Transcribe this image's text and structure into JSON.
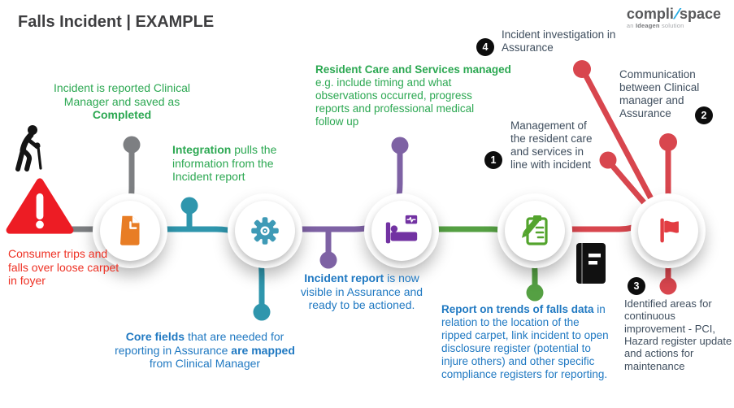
{
  "title": "Falls Incident | EXAMPLE",
  "logo": {
    "word1": "compli",
    "slash": "/",
    "word2": "space",
    "tagline_pre": "an ",
    "tagline_bold": "Ideagen",
    "tagline_post": " solution"
  },
  "notes": {
    "incident_reported": {
      "text": "Incident is reported Clinical Manager and saved as ",
      "bold": "Completed"
    },
    "consumer_trips": {
      "text": "Consumer trips and falls over loose carpet in foyer"
    },
    "integration": {
      "bold": "Integration",
      "text": " pulls the information from the Incident report"
    },
    "core_fields": {
      "bold1": "Core fields",
      "text1": " that are needed for reporting in Assurance ",
      "bold2": "are mapped",
      "text2": " from Clinical Manager"
    },
    "incident_report": {
      "bold": "Incident report",
      "text": " is now visible in Assurance and ready to be actioned."
    },
    "resident_care": {
      "bold": "Resident Care and Services managed",
      "text": "e.g. include timing and what observations occurred, progress reports and professional medical follow up"
    },
    "report_trends": {
      "bold": "Report on trends of falls data",
      "text": " in relation to the location of the ripped carpet, link incident to open disclosure register (potential to injure others) and other specific compliance registers for reporting."
    }
  },
  "numbered_items": [
    {
      "num": "1",
      "text": "Management of the resident care and services in line with incident"
    },
    {
      "num": "2",
      "text": "Communication between Clinical manager and Assurance"
    },
    {
      "num": "3",
      "text": "Identified areas for continuous improvement - PCI, Hazard register update and actions for maintenance"
    },
    {
      "num": "4",
      "text": "Incident investigation in Assurance"
    }
  ],
  "icons": {
    "person": "person-with-cane-icon",
    "alert": "warning-triangle-icon",
    "step1": "document-icon",
    "step2": "gear-icon",
    "step3": "patient-bed-icon",
    "step4": "checklist-pencil-icon",
    "step5": "flag-icon",
    "book": "notebook-icon"
  },
  "colors": {
    "line-gray": "#7d7f82",
    "line-teal": "#2f96ad",
    "line-purple": "#7e62a4",
    "line-green": "#55a043",
    "line-red": "#d8464e",
    "icon-orange": "#e87d25",
    "icon-teal": "#3e9ab6",
    "icon-purple": "#7232a2",
    "icon-green": "#53a42d",
    "icon-red": "#e23c42",
    "alert-red": "#ed1c24",
    "text-green": "#2ca852",
    "text-blue": "#2079c2",
    "text-red": "#ee3124",
    "text-dark": "#3f4e5e",
    "title-dark": "#3e3e40",
    "badge-black": "#0d0d0d",
    "logo-gray": "#58595b",
    "logo-blue": "#29abe2",
    "logo-light": "#a7a9ac"
  }
}
